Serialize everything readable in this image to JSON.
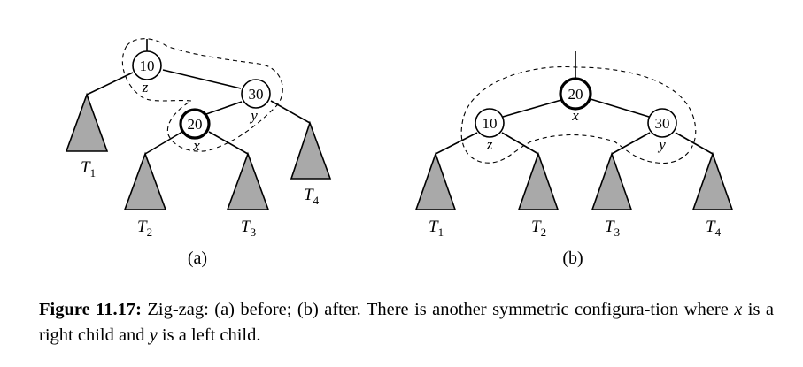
{
  "panel_a": {
    "label": "(a)",
    "nodes": [
      {
        "key": "10",
        "var": "z"
      },
      {
        "key": "30",
        "var": "y"
      },
      {
        "key": "20",
        "var": "x"
      }
    ],
    "subtrees": [
      {
        "base": "T",
        "sub": "1"
      },
      {
        "base": "T",
        "sub": "2"
      },
      {
        "base": "T",
        "sub": "3"
      },
      {
        "base": "T",
        "sub": "4"
      }
    ]
  },
  "panel_b": {
    "label": "(b)",
    "nodes": [
      {
        "key": "20",
        "var": "x"
      },
      {
        "key": "10",
        "var": "z"
      },
      {
        "key": "30",
        "var": "y"
      }
    ],
    "subtrees": [
      {
        "base": "T",
        "sub": "1"
      },
      {
        "base": "T",
        "sub": "2"
      },
      {
        "base": "T",
        "sub": "3"
      },
      {
        "base": "T",
        "sub": "4"
      }
    ]
  },
  "caption": {
    "heading": "Figure 11.17:",
    "part1": " Zig-zag: (a) before; (b) after. There is another symmetric configura-tion where ",
    "var_x": "x",
    "part2": " is a right child and ",
    "var_y": "y",
    "part3": " is a left child."
  },
  "colors": {
    "subtree_fill": "#a9a9a9",
    "stroke": "#000000"
  }
}
